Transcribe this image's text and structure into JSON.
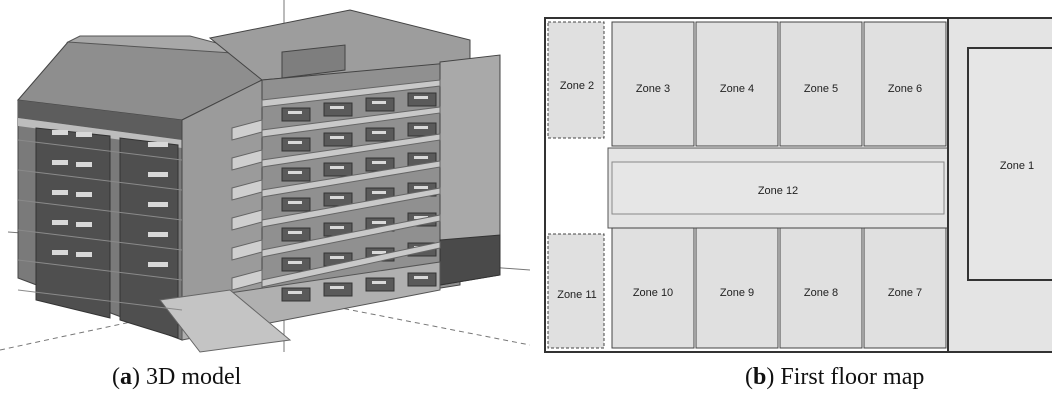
{
  "panel_a": {
    "caption_letter": "a",
    "caption_text": " 3D model"
  },
  "panel_b": {
    "caption_letter": "b",
    "caption_text": " First floor map",
    "zones": {
      "z1": "Zone 1",
      "z2": "Zone 2",
      "z3": "Zone 3",
      "z4": "Zone 4",
      "z5": "Zone 5",
      "z6": "Zone 6",
      "z7": "Zone 7",
      "z8": "Zone 8",
      "z9": "Zone 9",
      "z10": "Zone 10",
      "z11": "Zone 11",
      "z12": "Zone 12"
    }
  }
}
